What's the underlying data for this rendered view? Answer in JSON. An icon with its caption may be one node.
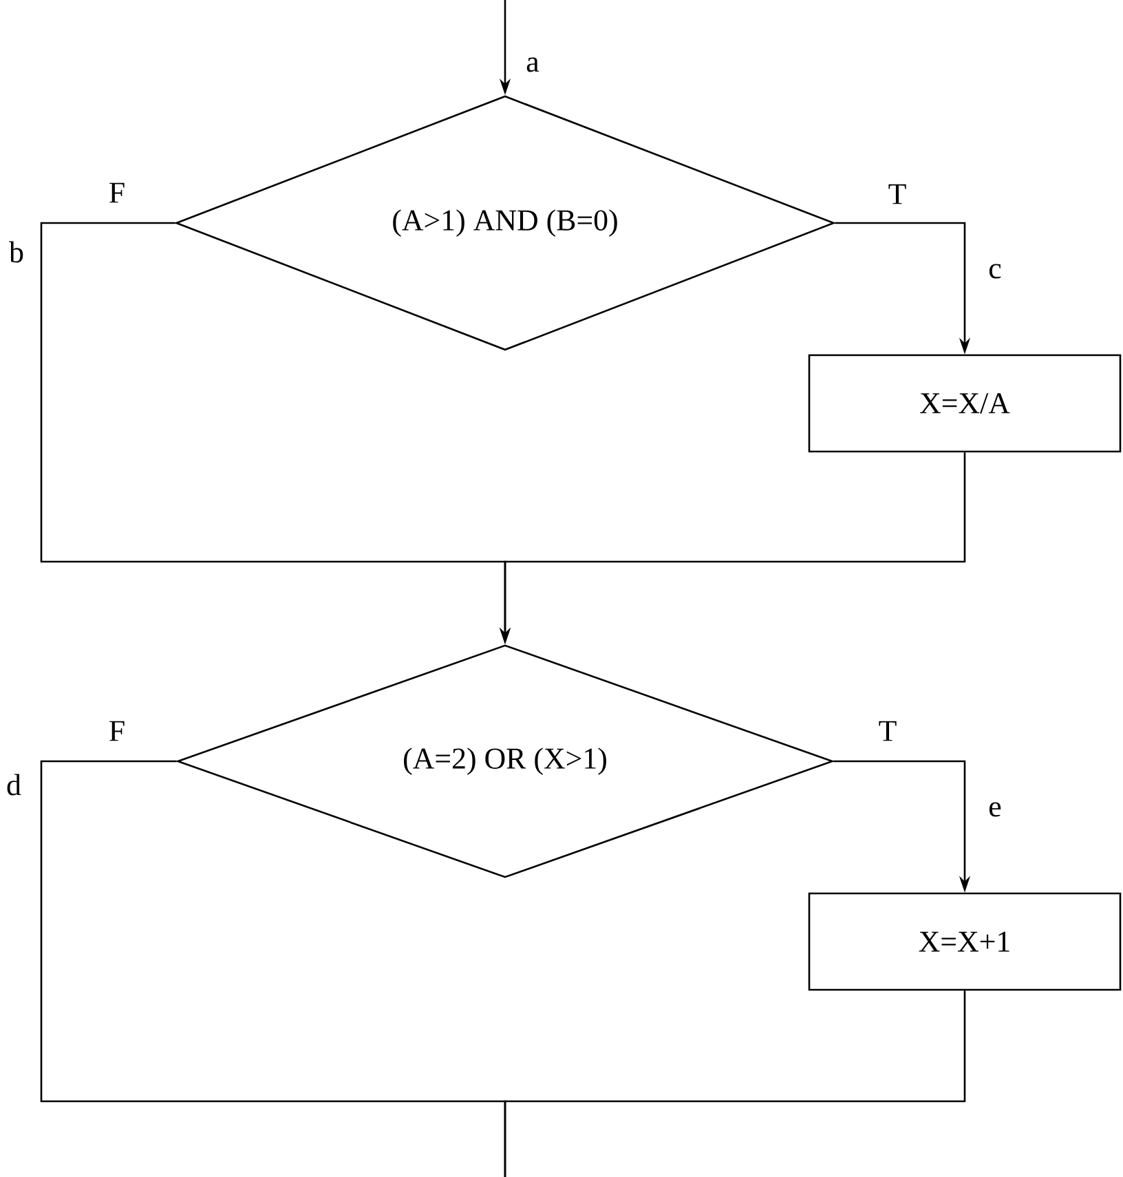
{
  "diagram": {
    "nodes": [
      {
        "text": [
          "(A>1) AND (B=0)"
        ]
      },
      {
        "text": [
          "X=X/A"
        ]
      },
      {
        "text": [
          "(A=2) OR (X>1)"
        ]
      },
      {
        "text": [
          "X=X+1"
        ]
      }
    ],
    "edges": [
      {
        "from": null,
        "to": 0,
        "arrow": "to",
        "label": "a"
      },
      {
        "from": 0,
        "to": 1,
        "arrow": "to",
        "label": "T"
      },
      {
        "from": 0,
        "to": 2,
        "arrow": "to",
        "label": "F"
      },
      {
        "from": 1,
        "to": 2,
        "arrow": "to"
      },
      {
        "from": 2,
        "to": 3,
        "arrow": "to",
        "label": "T"
      },
      {
        "from": 2,
        "to": null,
        "arrow": "none",
        "label": "F"
      },
      {
        "from": 3,
        "to": null,
        "arrow": "none"
      }
    ],
    "labels": [
      "b",
      "c",
      "d",
      "e"
    ]
  }
}
